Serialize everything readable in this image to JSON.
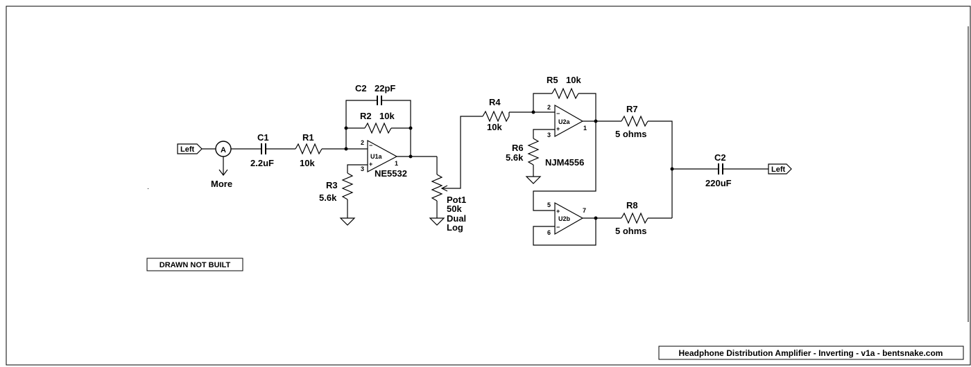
{
  "input_port": "Left",
  "ammeter": {
    "symbol": "A",
    "more_label": "More"
  },
  "components": {
    "c1": {
      "name": "C1",
      "value": "2.2uF"
    },
    "r1": {
      "name": "R1",
      "value": "10k"
    },
    "c2a": {
      "name": "C2",
      "value": "22pF"
    },
    "r2": {
      "name": "R2",
      "value": "10k"
    },
    "u1a": {
      "name": "U1a",
      "part": "NE5532",
      "pin_inv": "2",
      "pin_noninv": "3",
      "pin_out": "1"
    },
    "r3": {
      "name": "R3",
      "value": "5.6k"
    },
    "pot1": {
      "name": "Pot1",
      "value": "50k",
      "line3": "Dual",
      "line4": "Log"
    },
    "r4": {
      "name": "R4",
      "value": "10k"
    },
    "r5": {
      "name": "R5",
      "value": "10k"
    },
    "u2a": {
      "name": "U2a",
      "part": "NJM4556",
      "pin_inv": "2",
      "pin_noninv": "3",
      "pin_out": "1"
    },
    "r6": {
      "name": "R6",
      "value": "5.6k"
    },
    "u2b": {
      "name": "U2b",
      "pin_noninv": "5",
      "pin_inv": "6",
      "pin_out": "7"
    },
    "r7": {
      "name": "R7",
      "value": "5 ohms"
    },
    "r8": {
      "name": "R8",
      "value": "5 ohms"
    },
    "c2b": {
      "name": "C2",
      "value": "220uF"
    }
  },
  "output_port": "Left",
  "note": "DRAWN NOT BUILT",
  "title_block": "Headphone Distribution Amplifier - Inverting - v1a - bentsnake.com"
}
